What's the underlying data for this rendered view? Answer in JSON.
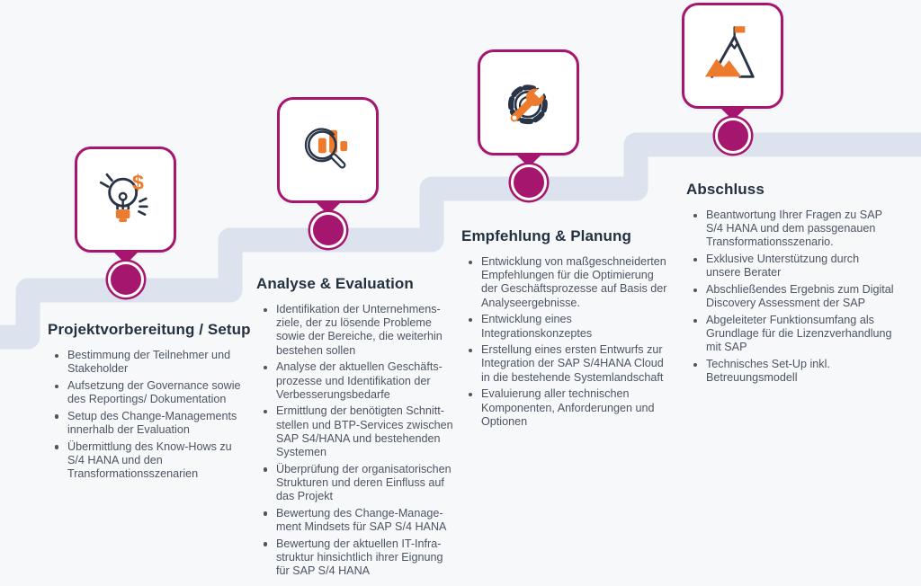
{
  "theme": {
    "background": "#f7f8fa",
    "path_color": "#dde2ef",
    "magenta": "#a5176e",
    "orange": "#ed7b2d",
    "icon_stroke_navy": "#2a3447",
    "title_color": "#233140",
    "body_color": "#4c5562"
  },
  "icons": {
    "dollar_glyph": "$"
  },
  "steps": [
    {
      "title": "Projektvorbereitung / Setup",
      "icon": "idea-lightbulb-dollar-icon",
      "bullets": [
        "Bestimmung der Teilnehmer und\nStakeholder",
        "Aufsetzung der Governance sowie\ndes Reportings/ Dokumentation",
        "Setup des Change-Managements\ninnerhalb der Evaluation",
        "Übermittlung des Know-Hows zu\nS/4 HANA und den\nTransformationsszenarien"
      ]
    },
    {
      "title": "Analyse & Evaluation",
      "icon": "magnifier-bar-chart-icon",
      "bullets": [
        "Identifikation der Unternehmens-\nziele, der zu lösende Probleme\nsowie der Bereiche, die weiterhin\nbestehen sollen",
        "Analyse der aktuellen Geschäfts-\nprozesse und Identifikation der\nVerbesserungsbedarfe",
        "Ermittlung der benötigten Schnitt-\nstellen und BTP-Services zwischen\nSAP S4/HANA und bestehenden\nSystemen",
        "Überprüfung der organisatorischen\nStrukturen und deren Einfluss auf\ndas Projekt",
        "Bewertung des Change-Manage-\nment Mindsets für SAP S/4 HANA",
        "Bewertung der aktuellen IT-Infra-\nstruktur hinsichtlich ihrer Eignung\nfür SAP S/4 HANA"
      ]
    },
    {
      "title": "Empfehlung & Planung",
      "icon": "gear-wrench-icon",
      "bullets": [
        "Entwicklung von maßgeschneiderten\nEmpfehlungen für die Optimierung\nder Geschäftsprozesse auf Basis der\nAnalyseergebnisse.",
        "Entwicklung eines\nIntegrationskonzeptes",
        "Erstellung eines ersten Entwurfs zur\nIntegration der SAP S/4HANA Cloud\nin die bestehende Systemlandschaft",
        "Evaluierung aller technischen\nKomponenten, Anforderungen und\nOptionen"
      ]
    },
    {
      "title": "Abschluss",
      "icon": "mountain-flag-icon",
      "bullets": [
        "Beantwortung Ihrer Fragen zu SAP\nS/4 HANA und dem passgenauen\nTransformationsszenario.",
        "Exklusive Unterstützung durch\nunsere Berater",
        "Abschließendes Ergebnis zum Digital\nDiscovery Assessment der SAP",
        "Abgeleiteter Funktionsumfang als\nGrundlage für die Lizenzverhandlung\nmit SAP",
        "Technisches Set-Up inkl.\nBetreuungsmodell"
      ]
    }
  ]
}
